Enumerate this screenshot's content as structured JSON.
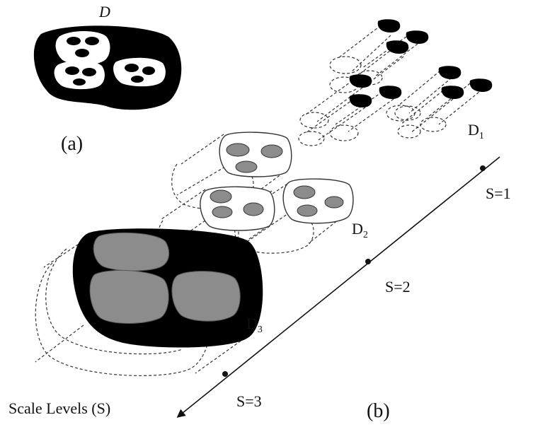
{
  "panel_a": {
    "title": "D",
    "caption": "(a)"
  },
  "panel_b": {
    "caption": "(b)",
    "axis_label": "Scale Levels (S)",
    "levels": [
      {
        "domain": "D",
        "domain_sub": "1",
        "scale": "S=1"
      },
      {
        "domain": "D",
        "domain_sub": "2",
        "scale": "S=2"
      },
      {
        "domain": "D",
        "domain_sub": "3",
        "scale": "S=3"
      }
    ]
  },
  "colors": {
    "dark": "#000000",
    "grey": "#8c8c8c",
    "outline": "#333333"
  }
}
